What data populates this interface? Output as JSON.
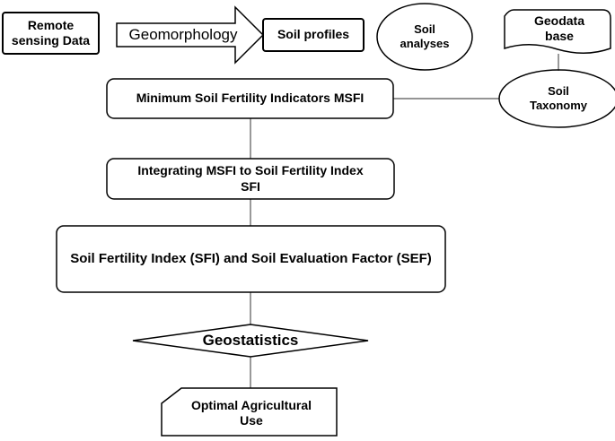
{
  "nodes": {
    "remote_sensing": "Remote sensing Data",
    "geomorphology": "Geomorphology",
    "soil_profiles": "Soil profiles",
    "soil_analyses": "Soil analyses",
    "geodata_base": "Geodata base",
    "soil_taxonomy": "Soil Taxonomy",
    "msfi": "Minimum Soil Fertility Indicators MSFI",
    "integrating": "Integrating MSFI to Soil Fertility Index SFI",
    "sfi_sef": "Soil Fertility Index (SFI) and Soil Evaluation Factor (SEF)",
    "geostatistics": "Geostatistics",
    "optimal_use": "Optimal Agricultural Use"
  }
}
